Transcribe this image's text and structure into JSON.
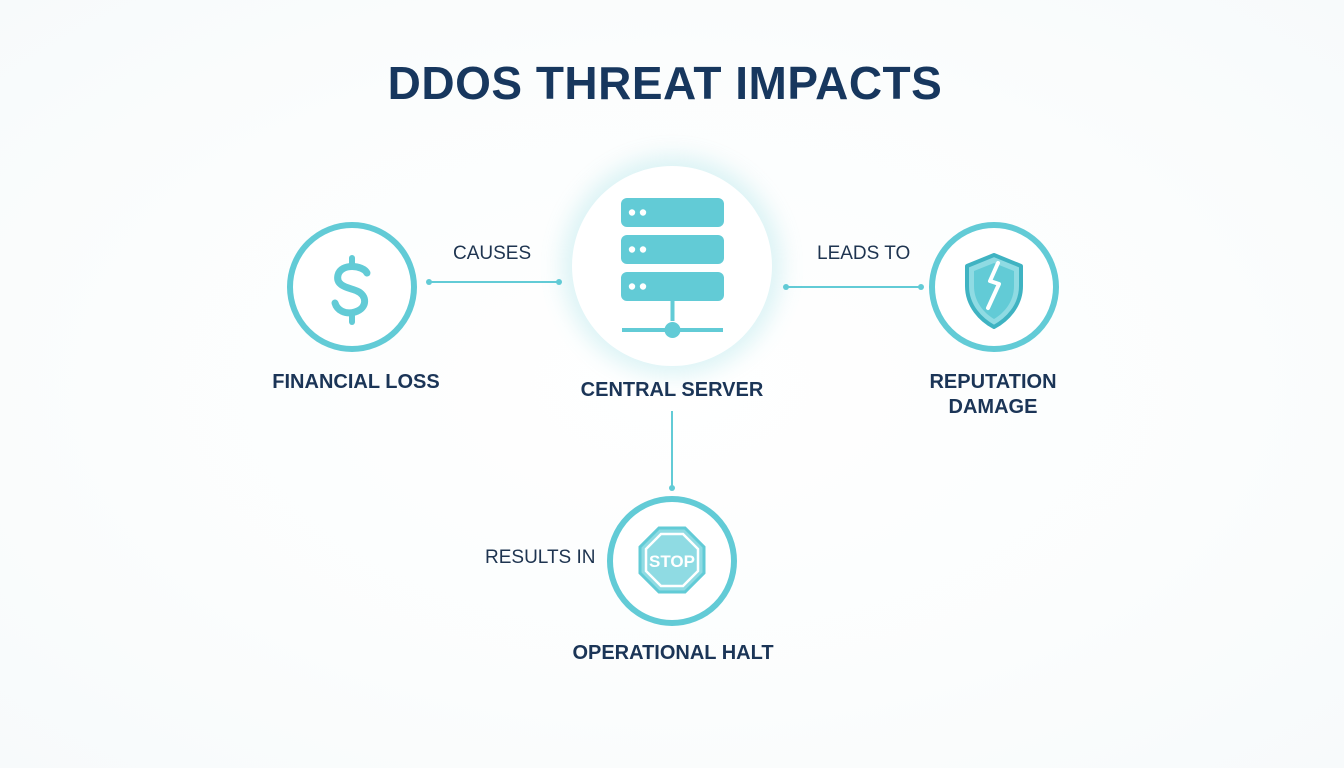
{
  "title": "DDOS THREAT IMPACTS",
  "colors": {
    "accent": "#62cbd6",
    "accent_light": "#8fdbe3",
    "text_dark": "#17375e"
  },
  "nodes": {
    "center": {
      "label": "CENTRAL SERVER",
      "icon": "server-icon"
    },
    "left": {
      "label": "FINANCIAL LOSS",
      "icon": "dollar-icon"
    },
    "right": {
      "label_line1": "REPUTATION",
      "label_line2": "DAMAGE",
      "icon": "broken-shield-icon"
    },
    "bottom": {
      "label": "OPERATIONAL HALT",
      "icon": "stop-sign-icon",
      "icon_text": "STOP"
    }
  },
  "edges": {
    "left": {
      "label": "CAUSES"
    },
    "right": {
      "label": "LEADS TO"
    },
    "bottom": {
      "label": "RESULTS IN"
    }
  }
}
